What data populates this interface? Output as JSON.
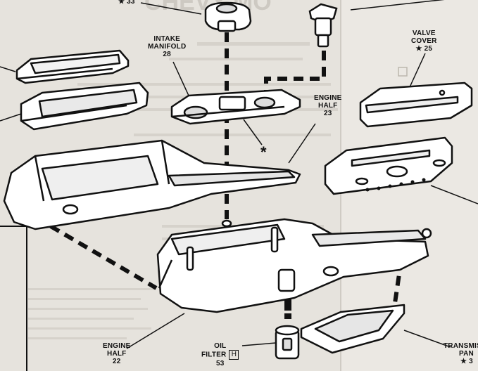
{
  "sheet": {
    "header_fragment": "CHEVY MO",
    "star_top": "★ 33",
    "background_color": "#e9e6e1",
    "ink_color": "#111111"
  },
  "labels": {
    "intake_manifold": {
      "line1": "INTAKE",
      "line2": "MANIFOLD",
      "line3": "28"
    },
    "valve_cover": {
      "line1": "VALVE",
      "line2": "COVER",
      "line3": "★ 25"
    },
    "engine_half_right": {
      "line1": "ENGINE",
      "line2": "HALF",
      "line3": "23"
    },
    "engine_half_left": {
      "line1": "ENGINE",
      "line2": "HALF",
      "line3": "22"
    },
    "oil_filter": {
      "line1": "OIL",
      "line2": "FILTER",
      "badge": "H",
      "line3": "53"
    },
    "transmission_pan": {
      "line1": "TRANSMIS",
      "line2": "PAN",
      "line3": "★ 3"
    },
    "asterisk": "*"
  }
}
